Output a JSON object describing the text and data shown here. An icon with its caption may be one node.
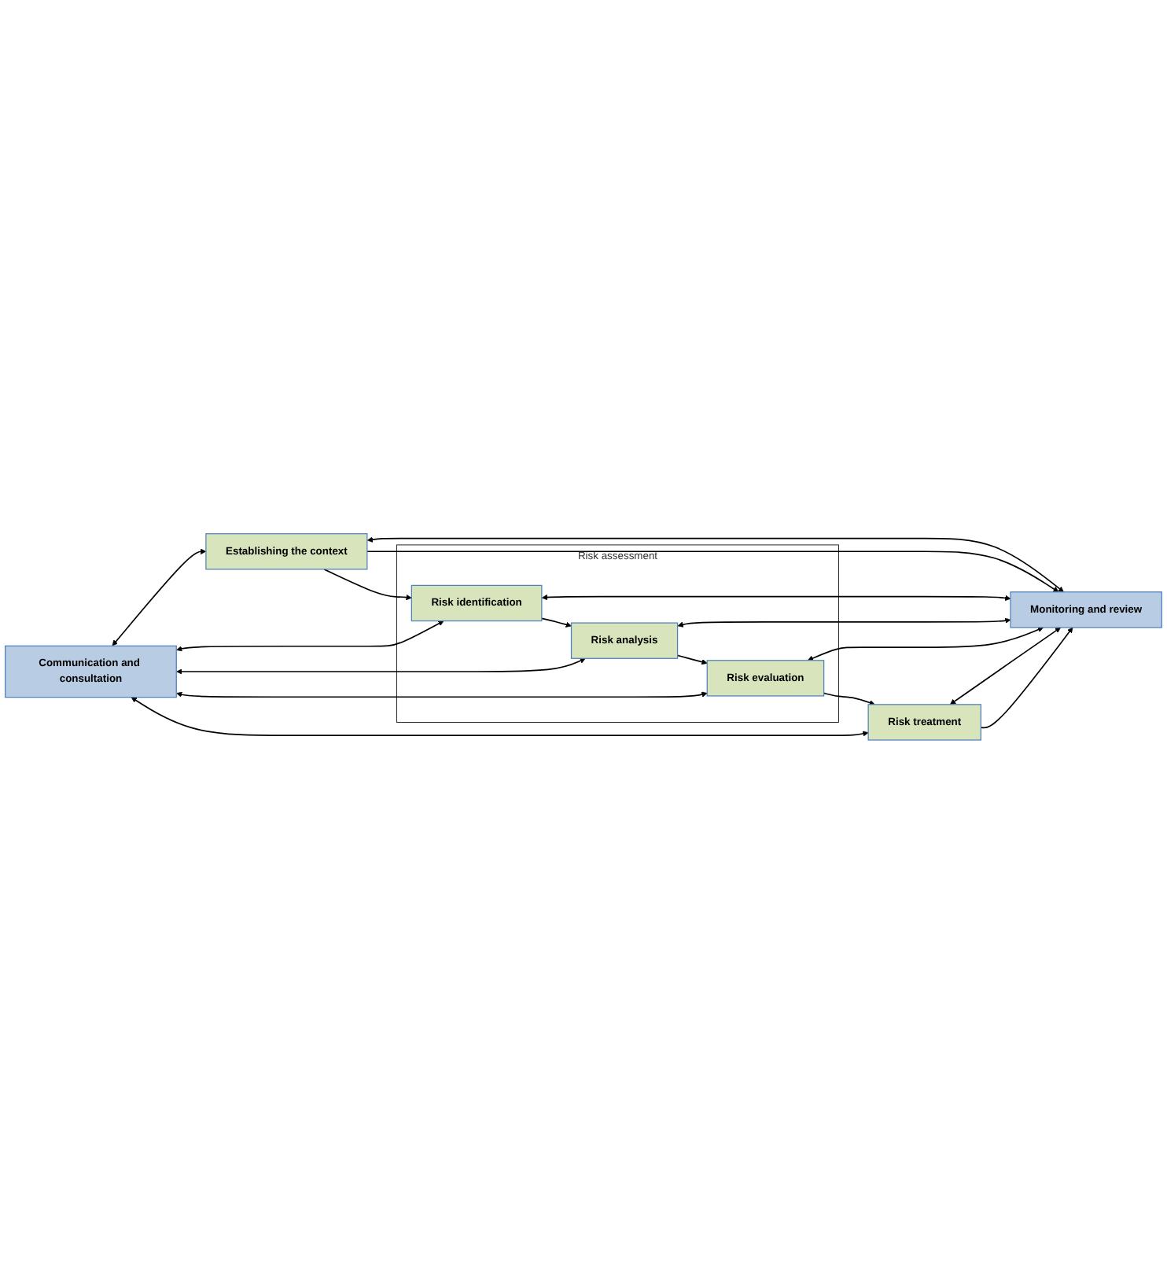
{
  "diagram": {
    "nodes": [
      {
        "text": [
          "Communication and consultation"
        ]
      },
      {
        "text": [
          "Establishing the context"
        ]
      },
      {
        "text": [
          "Risk assessment"
        ]
      },
      {
        "text": [
          "Risk identification"
        ],
        "in": 2
      },
      {
        "text": [
          "Risk analysis"
        ],
        "in": 2
      },
      {
        "text": [
          "Risk evaluation"
        ],
        "in": 2
      },
      {
        "text": [
          "Risk treatment"
        ]
      },
      {
        "text": [
          "Monitoring and review"
        ]
      }
    ],
    "edges": [
      {
        "from": 0,
        "to": 1,
        "arrow": "both"
      },
      {
        "from": 1,
        "to": 7,
        "arrow": "both"
      },
      {
        "from": 1,
        "to": 7,
        "arrow": "to"
      },
      {
        "from": 1,
        "to": 3,
        "arrow": "to"
      },
      {
        "from": 0,
        "to": 3,
        "arrow": "both"
      },
      {
        "from": 3,
        "to": 7,
        "arrow": "both"
      },
      {
        "from": 3,
        "to": 4,
        "arrow": "to"
      },
      {
        "from": 0,
        "to": 4,
        "arrow": "both"
      },
      {
        "from": 4,
        "to": 7,
        "arrow": "both"
      },
      {
        "from": 4,
        "to": 5,
        "arrow": "to"
      },
      {
        "from": 0,
        "to": 5,
        "arrow": "both"
      },
      {
        "from": 5,
        "to": 7,
        "arrow": "both"
      },
      {
        "from": 5,
        "to": 6,
        "arrow": "to"
      },
      {
        "from": 0,
        "to": 6,
        "arrow": "both"
      },
      {
        "from": 6,
        "to": 7,
        "arrow": "both"
      },
      {
        "from": 6,
        "to": 7,
        "arrow": "to"
      }
    ]
  }
}
